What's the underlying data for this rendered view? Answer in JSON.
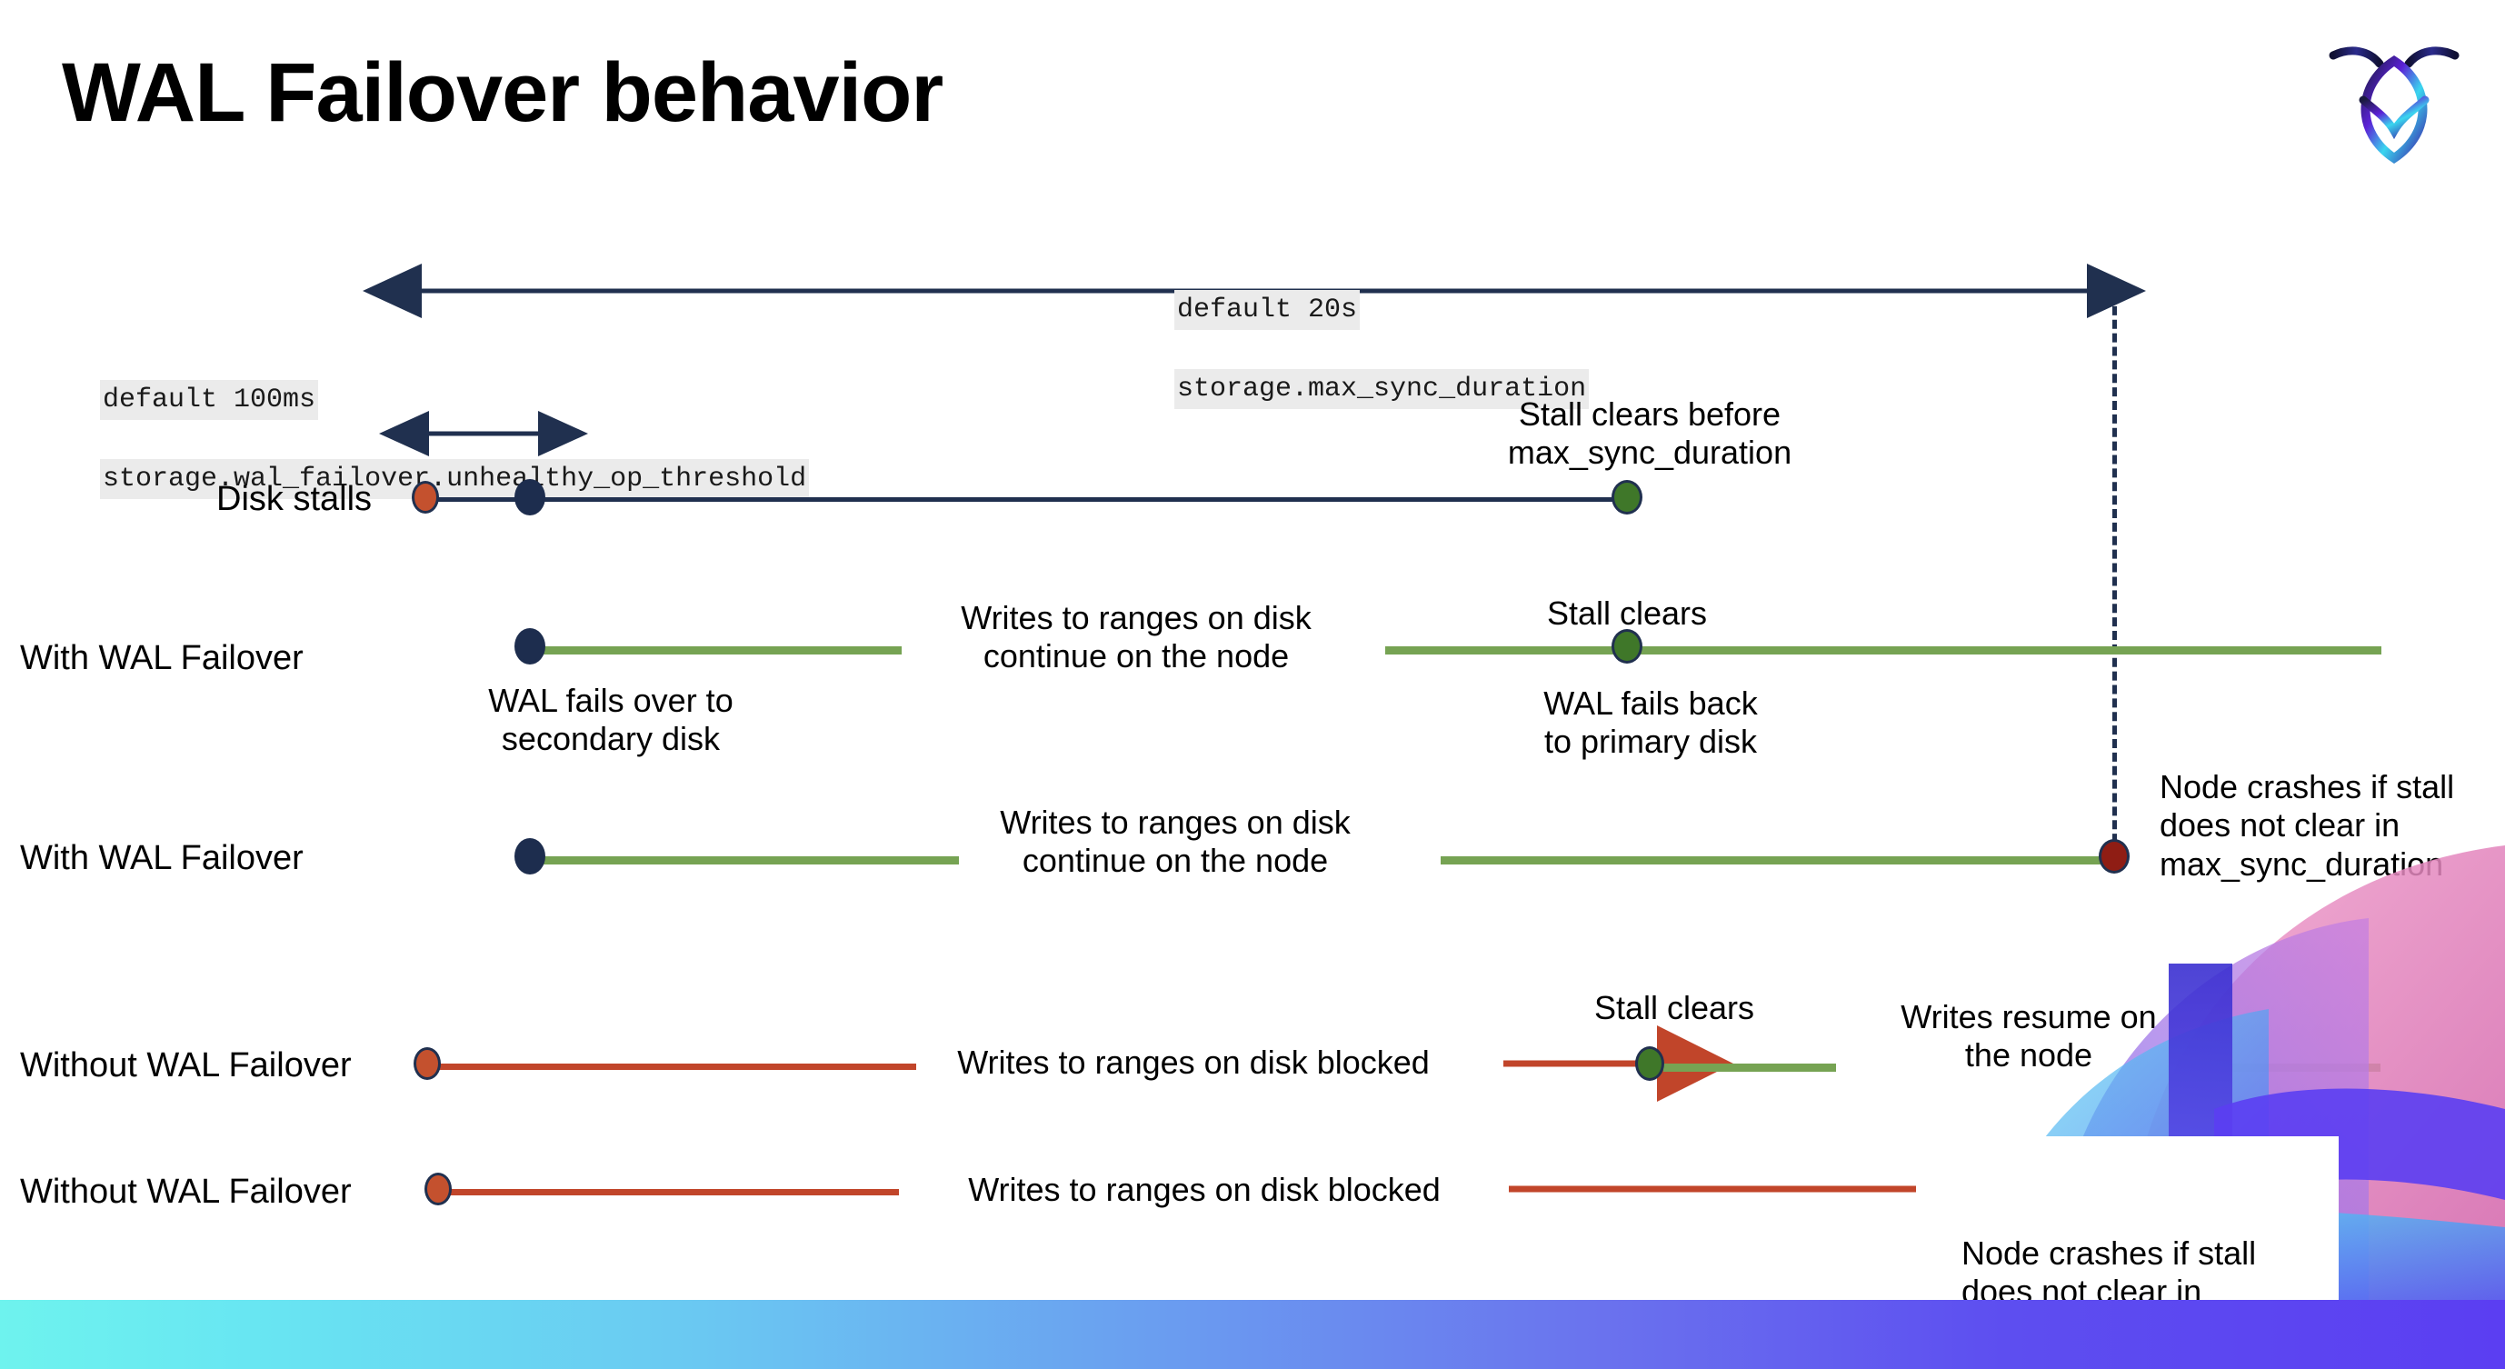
{
  "slide": {
    "title": "WAL Failover behavior",
    "logo_name": "cockroachdb-logo"
  },
  "colors": {
    "navy": "#20304f",
    "green": "#76a353",
    "green_dot": "#3f7729",
    "red_line": "#c1452a",
    "red_dot": "#8f1d14",
    "orange_dot": "#c4512e",
    "code_bg": "#ebebeb",
    "bar_start": "#6ef3ee",
    "bar_end": "#5b3ef2"
  },
  "settings": {
    "max_sync": {
      "default": "default 20s",
      "name": "storage.max_sync_duration"
    },
    "unhealthy_threshold": {
      "default": "default 100ms",
      "name": "storage.wal_failover.unhealthy_op_threshold"
    }
  },
  "rows": [
    {
      "id": "disk-stalls",
      "label": "Disk stalls",
      "annotations": [
        "Stall clears before\nmax_sync_duration"
      ]
    },
    {
      "id": "with-wal-failover-clears",
      "label": "With WAL Failover",
      "annotations": [
        "Writes to ranges on disk\ncontinue on the node",
        "Stall clears",
        "WAL fails over to\nsecondary disk",
        "WAL fails  back\nto primary disk"
      ]
    },
    {
      "id": "with-wal-failover-crash",
      "label": "With WAL Failover",
      "annotations": [
        "Writes to ranges on disk\ncontinue on the node",
        "Node crashes if stall\ndoes not clear in\nmax_sync_duration"
      ]
    },
    {
      "id": "without-wal-failover-clears",
      "label": "Without WAL Failover",
      "annotations": [
        "Writes to ranges on disk  blocked",
        "Stall clears",
        "Writes resume on\nthe node"
      ]
    },
    {
      "id": "without-wal-failover-crash",
      "label": "Without WAL Failover",
      "annotations": [
        "Writes to ranges on disk  blocked",
        "Node crashes if stall\ndoes not clear in\nmax_sync_duration"
      ]
    }
  ],
  "text": {
    "disk_stalls": "Disk stalls",
    "with_wal_failover_1": "With WAL Failover",
    "with_wal_failover_2": "With WAL Failover",
    "without_wal_failover_1": "Without WAL Failover",
    "without_wal_failover_2": "Without WAL Failover",
    "stall_clears_before": "Stall clears before\nmax_sync_duration",
    "stall_clears_1": "Stall clears",
    "stall_clears_2": "Stall clears",
    "writes_continue_1": "Writes to ranges on disk\ncontinue on the node",
    "writes_continue_2": "Writes to ranges on disk\ncontinue on the node",
    "wal_fails_over": "WAL fails over to\nsecondary disk",
    "wal_fails_back": "WAL fails  back\nto primary disk",
    "node_crashes_1": "Node crashes if stall\ndoes not clear in\nmax_sync_duration",
    "node_crashes_2": "Node crashes if stall\ndoes not clear in\nmax_sync_duration",
    "writes_blocked_1": "Writes to ranges on disk  blocked",
    "writes_blocked_2": "Writes to ranges on disk  blocked",
    "writes_resume": "Writes resume on\nthe node"
  }
}
